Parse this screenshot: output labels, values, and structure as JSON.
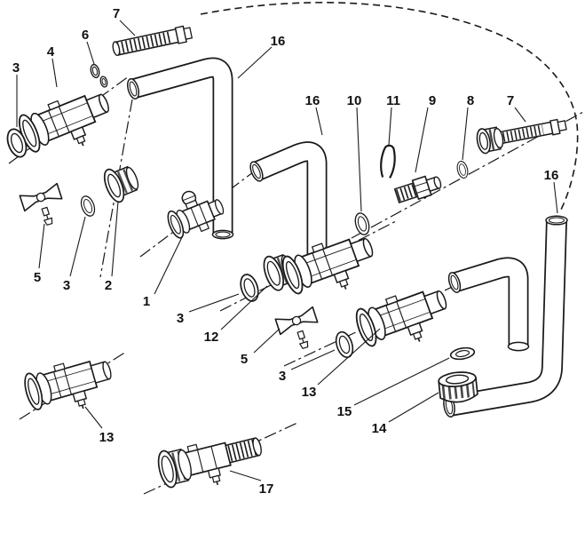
{
  "diagram": {
    "kind": "exploded-parts-diagram",
    "background": "#ffffff",
    "line_color": "#1a1a1a",
    "callouts": [
      {
        "label": "7"
      },
      {
        "label": "6"
      },
      {
        "label": "16"
      },
      {
        "label": "3"
      },
      {
        "label": "4"
      },
      {
        "label": "16"
      },
      {
        "label": "10"
      },
      {
        "label": "11"
      },
      {
        "label": "9"
      },
      {
        "label": "8"
      },
      {
        "label": "7"
      },
      {
        "label": "16"
      },
      {
        "label": "5"
      },
      {
        "label": "3"
      },
      {
        "label": "2"
      },
      {
        "label": "1"
      },
      {
        "label": "3"
      },
      {
        "label": "12"
      },
      {
        "label": "5"
      },
      {
        "label": "3"
      },
      {
        "label": "13"
      },
      {
        "label": "15"
      },
      {
        "label": "14"
      },
      {
        "label": "13"
      },
      {
        "label": "17"
      }
    ]
  }
}
